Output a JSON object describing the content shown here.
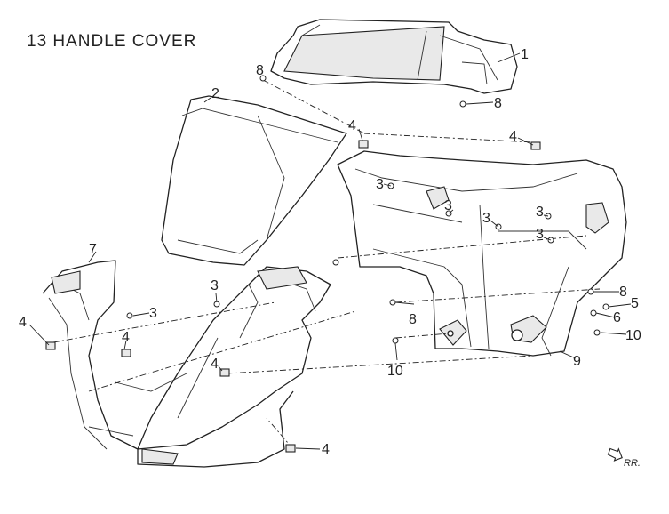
{
  "title": "13  HANDLE COVER",
  "direction_label": "RR.",
  "callouts": [
    {
      "id": "c1",
      "label": "1"
    },
    {
      "id": "c2",
      "label": "2"
    },
    {
      "id": "c3a",
      "label": "3"
    },
    {
      "id": "c3b",
      "label": "3"
    },
    {
      "id": "c3c",
      "label": "3"
    },
    {
      "id": "c3d",
      "label": "3"
    },
    {
      "id": "c3e",
      "label": "3"
    },
    {
      "id": "c3f",
      "label": "3"
    },
    {
      "id": "c3g",
      "label": "3"
    },
    {
      "id": "c4a",
      "label": "4"
    },
    {
      "id": "c4b",
      "label": "4"
    },
    {
      "id": "c4c",
      "label": "4"
    },
    {
      "id": "c4d",
      "label": "4"
    },
    {
      "id": "c4e",
      "label": "4"
    },
    {
      "id": "c4f",
      "label": "4"
    },
    {
      "id": "c5",
      "label": "5"
    },
    {
      "id": "c6",
      "label": "6"
    },
    {
      "id": "c7",
      "label": "7"
    },
    {
      "id": "c8a",
      "label": "8"
    },
    {
      "id": "c8b",
      "label": "8"
    },
    {
      "id": "c8c",
      "label": "8"
    },
    {
      "id": "c8d",
      "label": "8"
    },
    {
      "id": "c9",
      "label": "9"
    },
    {
      "id": "c10a",
      "label": "10"
    },
    {
      "id": "c10b",
      "label": "10"
    }
  ]
}
